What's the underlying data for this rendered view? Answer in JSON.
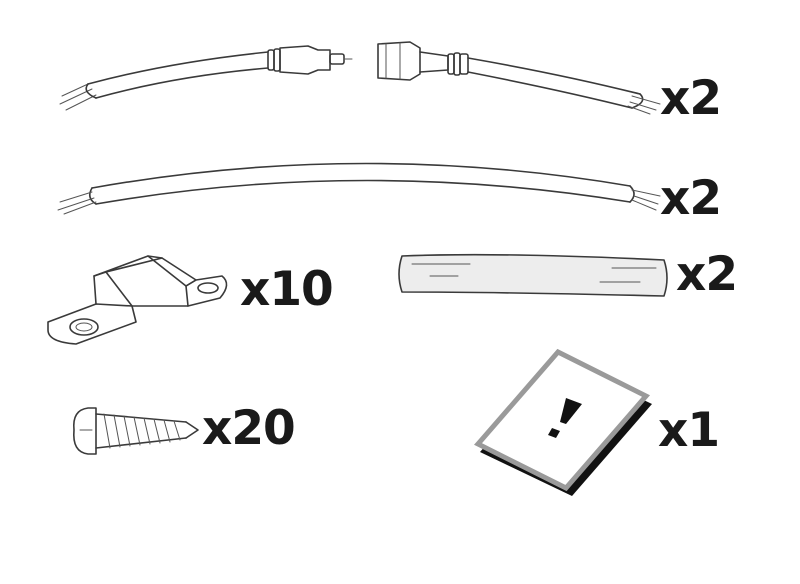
{
  "items": [
    {
      "name": "connector-cable-pair",
      "quantity": "x2"
    },
    {
      "name": "extension-cable",
      "quantity": "x2"
    },
    {
      "name": "mounting-clip",
      "quantity": "x10"
    },
    {
      "name": "heat-shrink-tube",
      "quantity": "x2"
    },
    {
      "name": "screw",
      "quantity": "x20"
    },
    {
      "name": "instruction-card",
      "quantity": "x1"
    }
  ],
  "colors": {
    "line": "#3a3a3a",
    "text": "#1a1a1a",
    "card_border": "#9a9a9a",
    "card_shadow": "#111111",
    "tube_fill": "#ededed"
  }
}
